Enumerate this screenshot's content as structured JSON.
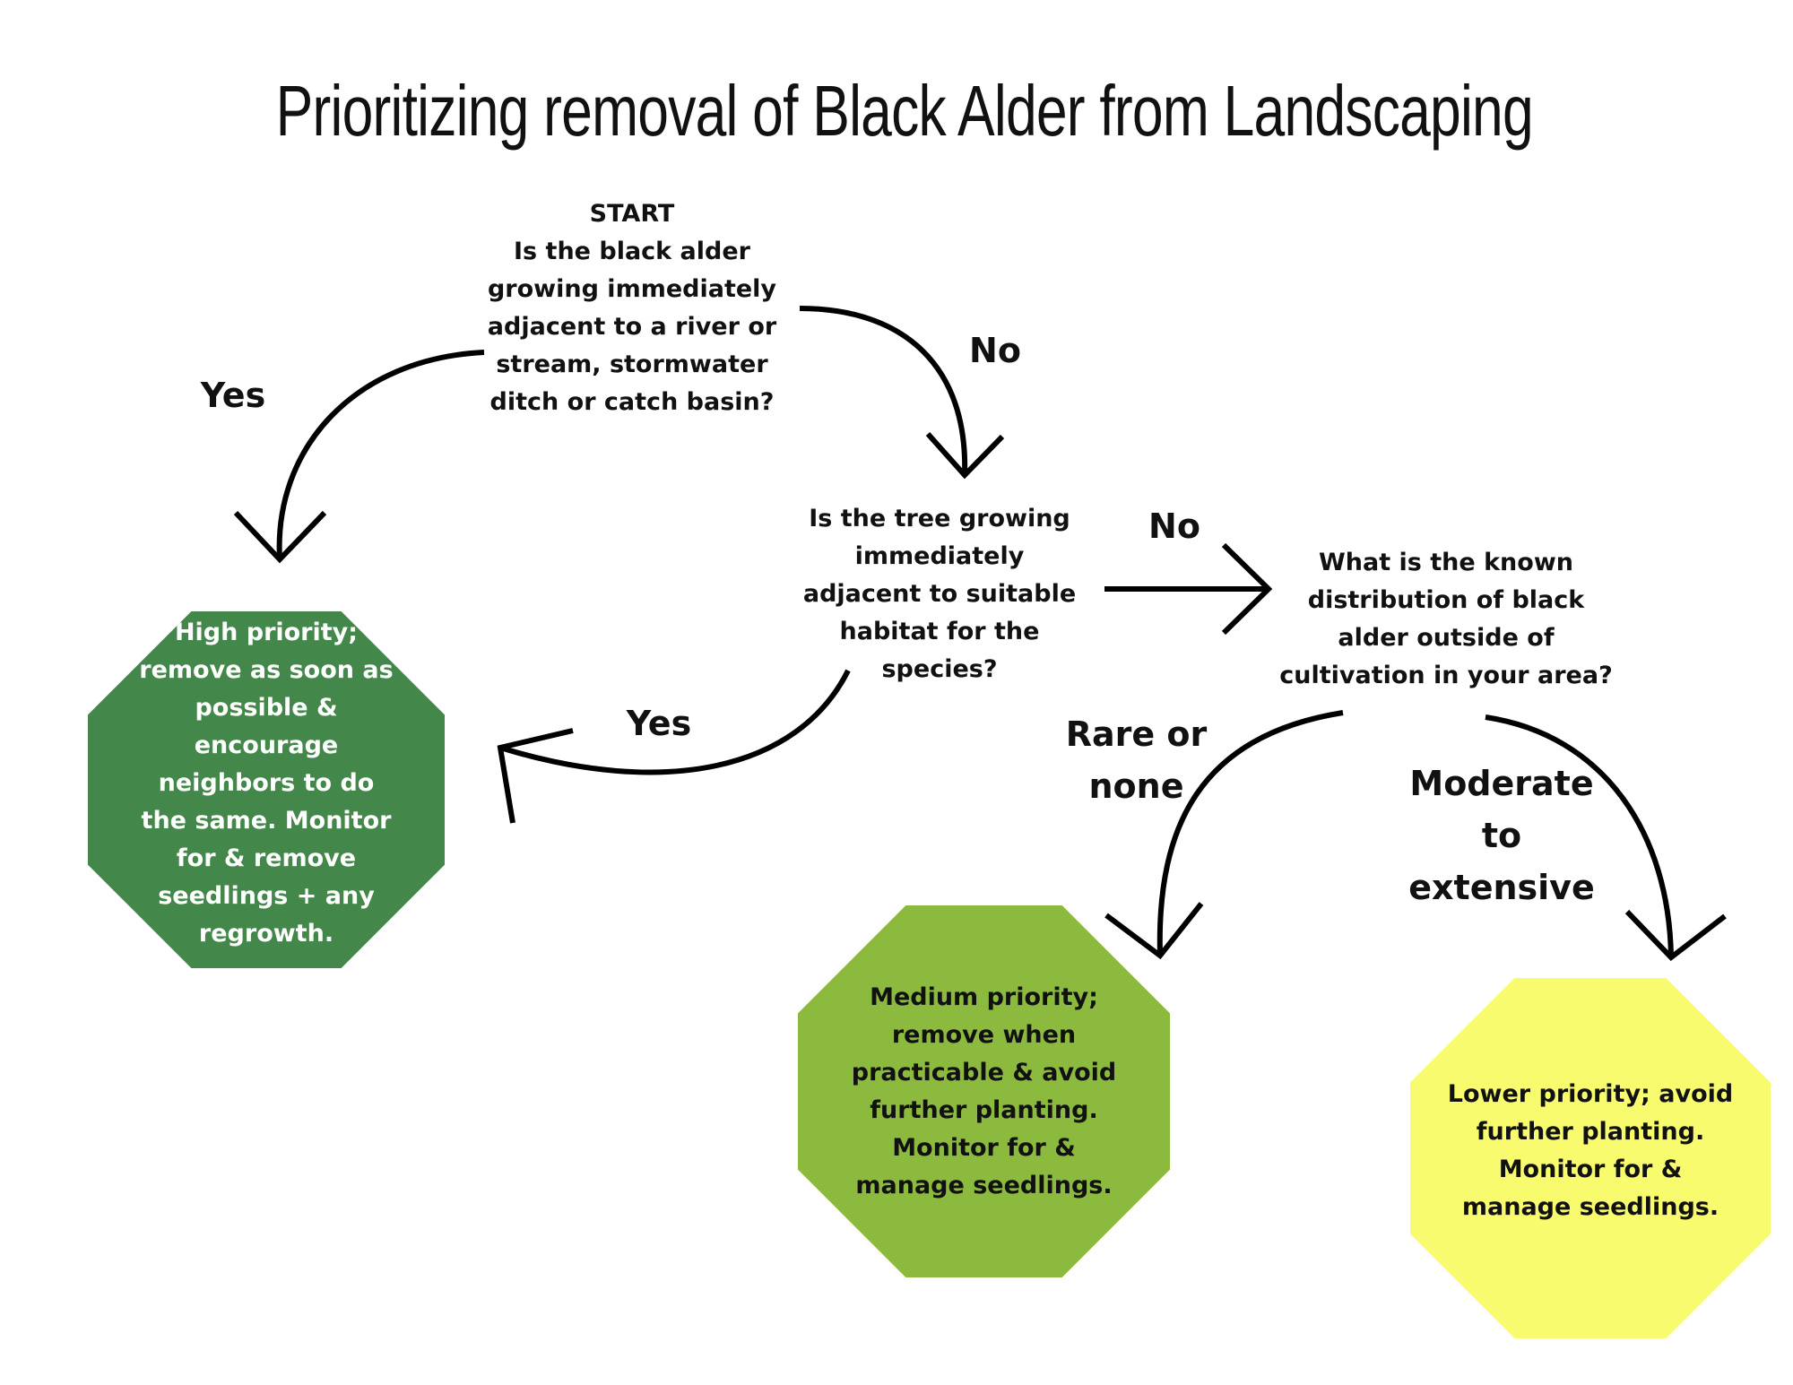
{
  "title": "Prioritizing removal of Black Alder from Landscaping",
  "nodes": {
    "start": {
      "label": "START",
      "question": "Is the black alder growing immediately adjacent to a river or stream, stormwater ditch or catch basin?"
    },
    "habitat": {
      "question": "Is the tree growing immediately adjacent to suitable habitat for the species?"
    },
    "distribution": {
      "question": "What is the known distribution of black alder outside of cultivation in your area?"
    }
  },
  "edges": {
    "start_yes": "Yes",
    "start_no": "No",
    "habitat_yes": "Yes",
    "habitat_no": "No",
    "dist_rare": "Rare or none",
    "dist_moderate": "Moderate to extensive"
  },
  "outcomes": {
    "high": {
      "text": "High priority; remove as soon as possible & encourage neighbors to do the same. Monitor for & remove seedlings + any regrowth.",
      "color": "#43884a"
    },
    "medium": {
      "text": "Medium priority; remove when practicable & avoid further planting. Monitor for & manage seedlings.",
      "color": "#8cba3f"
    },
    "lower": {
      "text": "Lower priority; avoid further planting. Monitor for & manage seedlings.",
      "color": "#f7fb6d"
    }
  }
}
